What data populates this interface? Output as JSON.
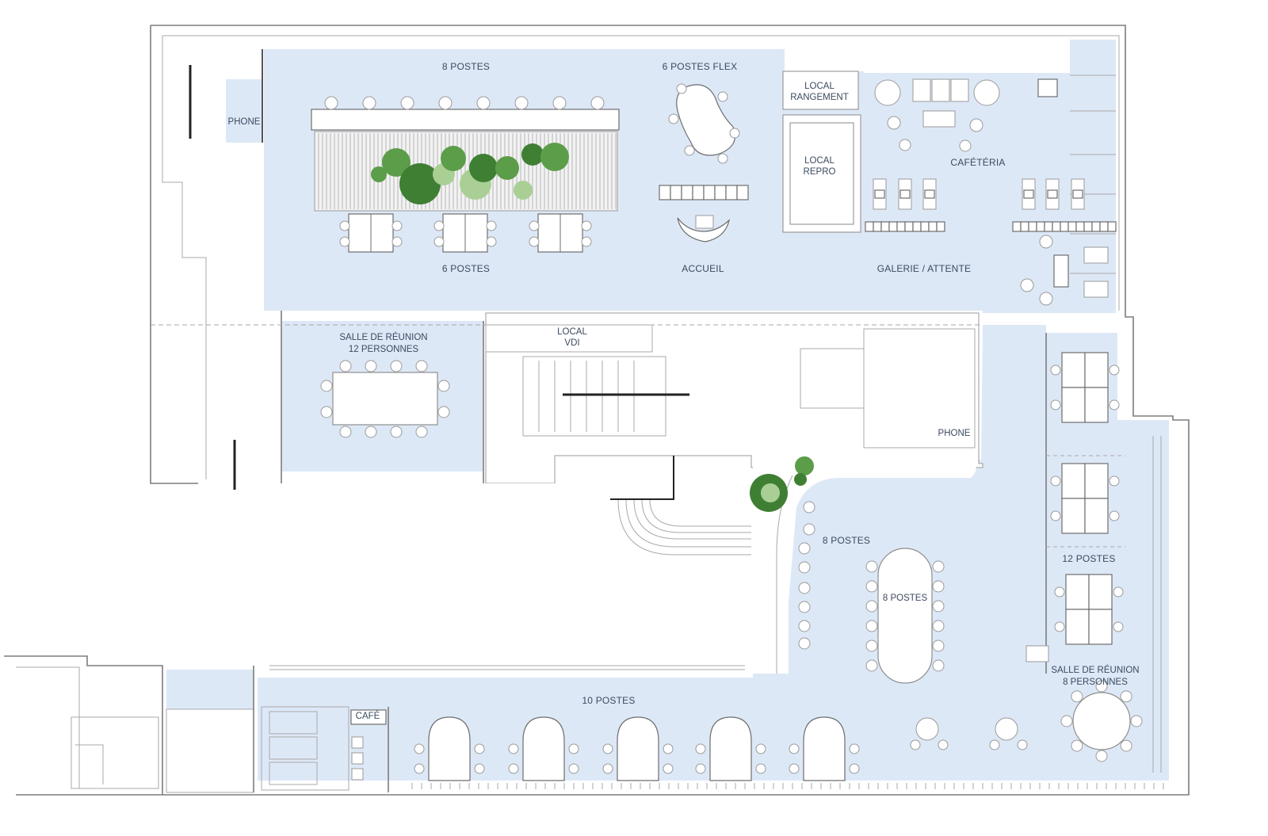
{
  "plan": {
    "colors": {
      "zone": "#dde8f7",
      "wall": "#7d7d7d",
      "label": "#3b4a5e",
      "plant": "#3f7f34"
    },
    "labels": {
      "postes_8_top": "8 POSTES",
      "postes_6_flex": "6 POSTES FLEX",
      "phone_left": "PHONE",
      "local_rangement_1": "LOCAL",
      "local_rangement_2": "RANGEMENT",
      "local_repro_1": "LOCAL",
      "local_repro_2": "REPRO",
      "cafeteria": "CAFÉTÉRIA",
      "postes_6": "6 POSTES",
      "accueil": "ACCUEIL",
      "galerie": "GALERIE / ATTENTE",
      "salle_12_1": "SALLE DE RÉUNION",
      "salle_12_2": "12 PERSONNES",
      "local_vdi_1": "LOCAL",
      "local_vdi_2": "VDI",
      "phone_right": "PHONE",
      "postes_8_mid": "8 POSTES",
      "postes_8_table": "8 POSTES",
      "postes_12": "12 POSTES",
      "salle_8_1": "SALLE DE RÉUNION",
      "salle_8_2": "8 PERSONNES",
      "postes_10": "10 POSTES",
      "cafe": "CAFÉ"
    }
  }
}
